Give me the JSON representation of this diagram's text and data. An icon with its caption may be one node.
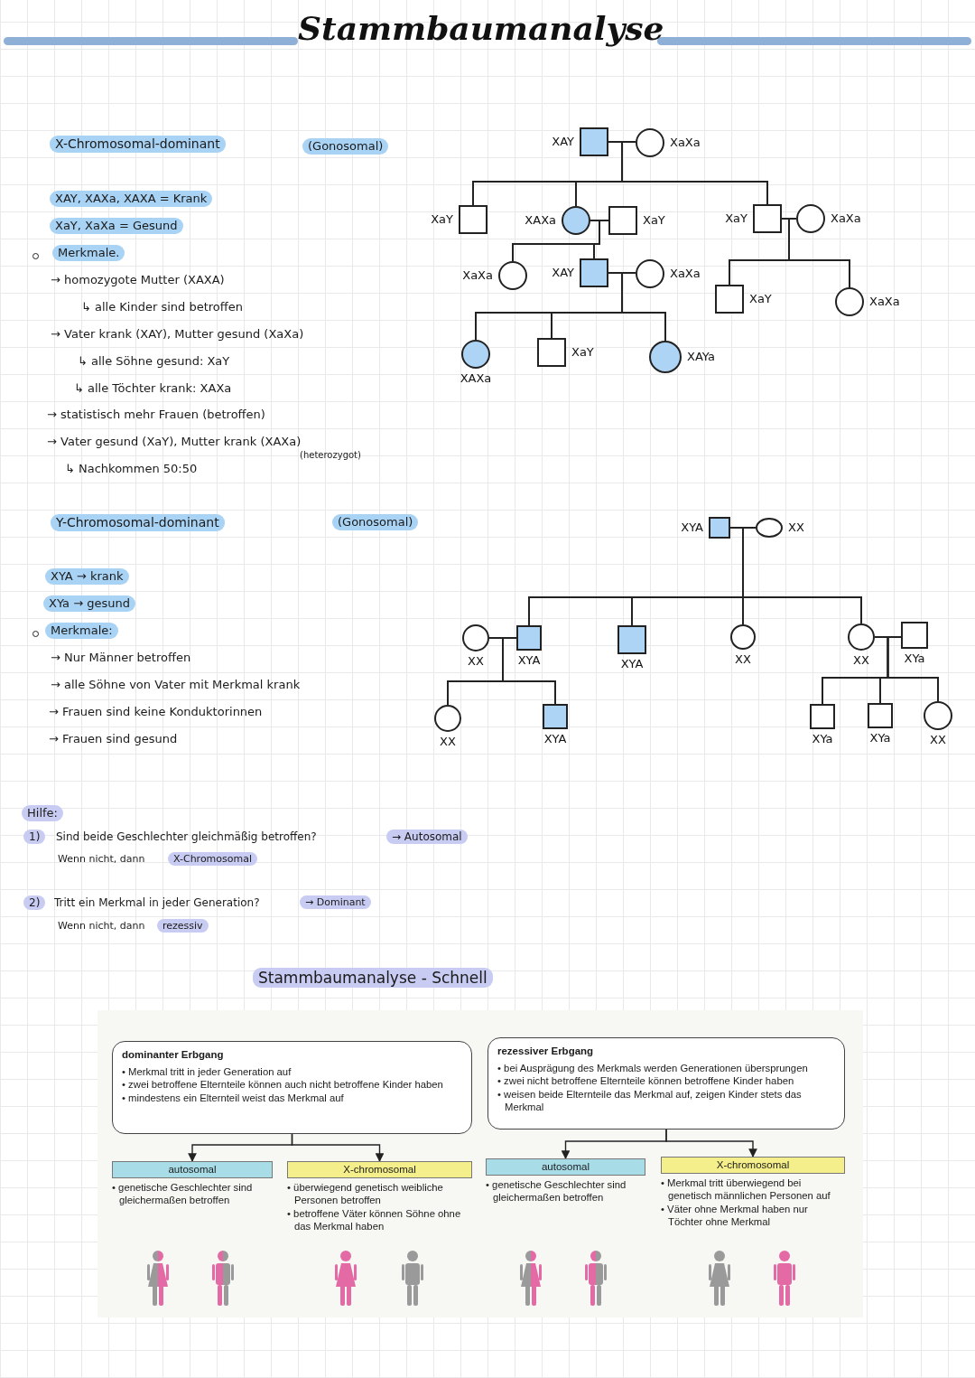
{
  "diagram": {
    "title": "Stammbaumanalyse",
    "nodes": [
      {
        "text": [],
        "shape": "box",
        "beside": [
          "XAY"
        ]
      },
      {
        "text": [],
        "shape": "circle",
        "beside": [
          "XaXa"
        ]
      },
      {
        "text": [],
        "shape": "box",
        "beside": [
          "XaY"
        ]
      },
      {
        "text": [],
        "shape": "circle",
        "beside": [
          "XAXa"
        ]
      },
      {
        "text": [],
        "shape": "box",
        "beside": [
          "XaY"
        ]
      },
      {
        "text": [],
        "shape": "box",
        "beside": [
          "XaY"
        ]
      },
      {
        "text": [],
        "shape": "circle",
        "beside": [
          "XaXa"
        ]
      },
      {
        "text": [],
        "shape": "circle",
        "beside": [
          "XaXa"
        ]
      },
      {
        "text": [],
        "shape": "box",
        "beside": [
          "XAY"
        ]
      },
      {
        "text": [],
        "shape": "circle",
        "beside": [
          "XaXa"
        ]
      },
      {
        "text": [],
        "shape": "box",
        "beside": [
          "XaY"
        ]
      },
      {
        "text": [],
        "shape": "circle",
        "beside": [
          "XaXa"
        ]
      },
      {
        "text": [],
        "shape": "circle",
        "beside": [
          "XAXa"
        ]
      },
      {
        "text": [],
        "shape": "box",
        "beside": [
          "XaY"
        ]
      },
      {
        "text": [],
        "shape": "circle",
        "beside": [
          "XAYa"
        ]
      },
      {
        "text": [],
        "shape": "box",
        "beside": [
          "XYA"
        ]
      },
      {
        "text": [],
        "shape": "ellipse",
        "beside": [
          "XX"
        ]
      },
      {
        "text": [],
        "shape": "circle",
        "beside": [
          "XX"
        ]
      },
      {
        "text": [],
        "shape": "box",
        "beside": [
          "XYA"
        ]
      },
      {
        "text": [],
        "shape": "box",
        "beside": [
          "XYA"
        ]
      },
      {
        "text": [],
        "shape": "circle",
        "beside": [
          "XX"
        ]
      },
      {
        "text": [],
        "shape": "circle",
        "beside": [
          "XX"
        ]
      },
      {
        "text": [],
        "shape": "box",
        "beside": [
          "XYa"
        ]
      },
      {
        "text": [],
        "shape": "circle",
        "beside": [
          "XX"
        ]
      },
      {
        "text": [],
        "shape": "box",
        "beside": [
          "XYA"
        ]
      },
      {
        "text": [],
        "shape": "box",
        "beside": [
          "XYa"
        ]
      },
      {
        "text": [],
        "shape": "box",
        "beside": [
          "XYa"
        ]
      },
      {
        "text": [],
        "shape": "circle",
        "beside": [
          "XX"
        ]
      },
      {
        "text": [
          "dominanter Erbgang",
          "• Merkmal tritt in jeder Generation auf",
          "• zwei betroffene Elternteile können auch nicht betroffene Kinder haben",
          "• mindestens ein Elternteil weist das Merkmal auf"
        ]
      },
      {
        "text": [
          "rezessiver Erbgang",
          "• bei Ausprägung des Merkmals werden Generationen übersprungen",
          "• zwei nicht betroffene Elternteile können betroffene Kinder haben",
          "• weisen beide Elternteile das Merkmal auf, zeigen Kinder stets das Merkmal"
        ]
      },
      {
        "text": [
          "autosomal",
          "• genetische Geschlechter sind gleichermaßen betroffen"
        ]
      },
      {
        "text": [
          "X-chromosomal",
          "• überwiegend genetisch weibliche Personen betroffen",
          "• betroffene Väter können Söhne ohne das Merkmal haben"
        ]
      },
      {
        "text": [
          "autosomal",
          "• genetische Geschlechter sind gleichermaßen betroffen"
        ]
      },
      {
        "text": [
          "X-chromosomal",
          "• Merkmal tritt überwiegend bei genetisch männlichen Personen auf",
          "• Väter ohne Merkmal haben nur Töchter ohne Merkmal"
        ]
      }
    ],
    "edges": [
      {
        "from": 0,
        "to": 1,
        "arrow": "none"
      },
      {
        "from": 0,
        "to": 2,
        "arrow": "none"
      },
      {
        "from": 0,
        "to": 3,
        "arrow": "none"
      },
      {
        "from": 0,
        "to": 5,
        "arrow": "none"
      },
      {
        "from": 3,
        "to": 4,
        "arrow": "none"
      },
      {
        "from": 5,
        "to": 6,
        "arrow": "none"
      },
      {
        "from": 3,
        "to": 7,
        "arrow": "none"
      },
      {
        "from": 3,
        "to": 8,
        "arrow": "none"
      },
      {
        "from": 8,
        "to": 9,
        "arrow": "none"
      },
      {
        "from": 5,
        "to": 10,
        "arrow": "none"
      },
      {
        "from": 5,
        "to": 11,
        "arrow": "none"
      },
      {
        "from": 8,
        "to": 12,
        "arrow": "none"
      },
      {
        "from": 8,
        "to": 13,
        "arrow": "none"
      },
      {
        "from": 8,
        "to": 14,
        "arrow": "none"
      },
      {
        "from": 15,
        "to": 16,
        "arrow": "none"
      },
      {
        "from": 15,
        "to": 18,
        "arrow": "none"
      },
      {
        "from": 15,
        "to": 19,
        "arrow": "none"
      },
      {
        "from": 15,
        "to": 20,
        "arrow": "none"
      },
      {
        "from": 15,
        "to": 21,
        "arrow": "none"
      },
      {
        "from": 17,
        "to": 18,
        "arrow": "none"
      },
      {
        "from": 21,
        "to": 22,
        "arrow": "none"
      },
      {
        "from": 17,
        "to": 23,
        "arrow": "none"
      },
      {
        "from": 17,
        "to": 24,
        "arrow": "none"
      },
      {
        "from": 21,
        "to": 25,
        "arrow": "none"
      },
      {
        "from": 21,
        "to": 26,
        "arrow": "none"
      },
      {
        "from": 21,
        "to": 27,
        "arrow": "none"
      },
      {
        "from": 28,
        "to": 30,
        "arrow": "to"
      },
      {
        "from": 28,
        "to": 31,
        "arrow": "to"
      },
      {
        "from": 29,
        "to": 32,
        "arrow": "to"
      },
      {
        "from": 29,
        "to": 33,
        "arrow": "to"
      }
    ],
    "labels": [
      "X-Chromosomal-dominant",
      "(Gonosomal)",
      "XAY, XAXa, XAXA = Krank",
      "XaY, XaXa = Gesund",
      "Merkmale.",
      "→ homozygote Mutter (XAXA)",
      "↳ alle Kinder sind betroffen",
      "→ Vater krank (XAY), Mutter gesund (XaXa)",
      "↳ alle Söhne gesund: XaY",
      "↳ alle Töchter krank: XAXa",
      "→ statistisch mehr Frauen (betroffen)",
      "→ Vater gesund (XaY), Mutter krank (XAXa)",
      "(heterozygot)",
      "↳ Nachkommen 50:50",
      "Y-Chromosomal-dominant",
      "(Gonosomal)",
      "XYA → krank",
      "XYa → gesund",
      "Merkmale:",
      "→ Nur Männer betroffen",
      "→ alle Söhne von Vater mit Merkmal krank",
      "→ Frauen sind keine Konduktorinnen",
      "→ Frauen sind gesund",
      "Hilfe:",
      "1)",
      "Sind beide Geschlechter gleichmäßig betroffen?",
      "→ Autosomal",
      "Wenn nicht, dann",
      "X-Chromosomal",
      "2)",
      "Tritt ein Merkmal in jeder Generation?",
      "→ Dominant",
      "Wenn nicht, dann",
      "rezessiv",
      "Stammbaumanalyse - Schnell"
    ]
  }
}
